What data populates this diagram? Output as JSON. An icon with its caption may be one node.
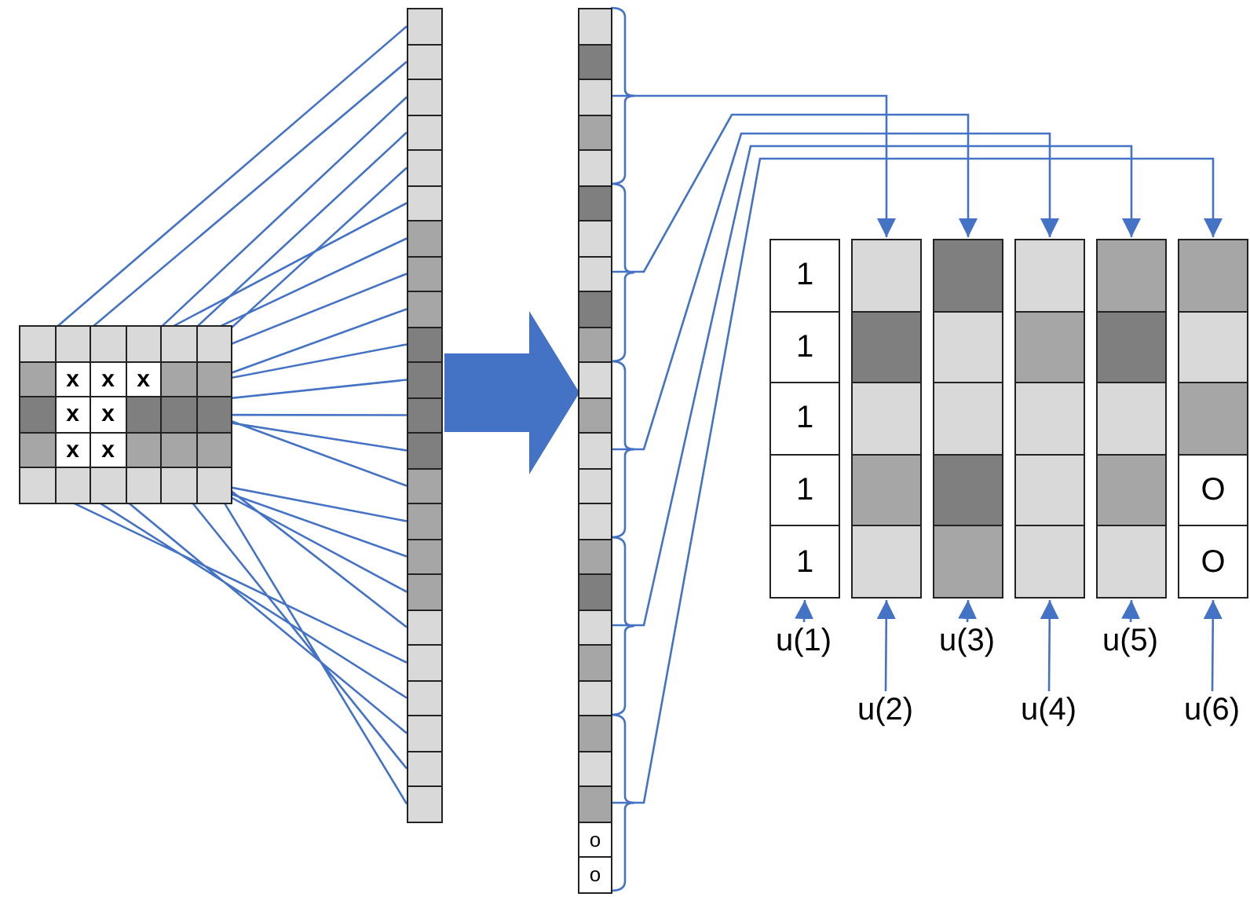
{
  "diagram": {
    "nodes": [
      {
        "text": [
          "x",
          "x",
          "x",
          "x",
          "x",
          "x",
          "x"
        ]
      },
      {
        "text": [],
        "shape": "bar"
      },
      {
        "text": [
          "o",
          "o"
        ]
      },
      {
        "text": [
          "1",
          "1",
          "1",
          "1",
          "1"
        ]
      },
      {
        "text": [],
        "shape": "bar"
      },
      {
        "text": [],
        "shape": "bar"
      },
      {
        "text": [],
        "shape": "bar"
      },
      {
        "text": [],
        "shape": "bar"
      },
      {
        "text": [
          "O",
          "O"
        ]
      },
      {
        "text": [
          "u(1)"
        ]
      },
      {
        "text": [
          "u(2)"
        ]
      },
      {
        "text": [
          "u(3)"
        ]
      },
      {
        "text": [
          "u(4)"
        ]
      },
      {
        "text": [
          "u(5)"
        ]
      },
      {
        "text": [
          "u(6)"
        ]
      }
    ],
    "edges": [
      {
        "from": 0,
        "to": 1,
        "arrow": "none"
      },
      {
        "from": 1,
        "to": 2,
        "arrow": "to",
        "style": "thick"
      },
      {
        "from": 2,
        "to": 4,
        "arrow": "to"
      },
      {
        "from": 2,
        "to": 5,
        "arrow": "to"
      },
      {
        "from": 2,
        "to": 6,
        "arrow": "to"
      },
      {
        "from": 2,
        "to": 7,
        "arrow": "to"
      },
      {
        "from": 2,
        "to": 8,
        "arrow": "to"
      },
      {
        "from": 9,
        "to": 3,
        "arrow": "to"
      },
      {
        "from": 10,
        "to": 4,
        "arrow": "to"
      },
      {
        "from": 11,
        "to": 5,
        "arrow": "to"
      },
      {
        "from": 12,
        "to": 6,
        "arrow": "to"
      },
      {
        "from": 13,
        "to": 7,
        "arrow": "to"
      },
      {
        "from": 14,
        "to": 8,
        "arrow": "to"
      }
    ]
  }
}
